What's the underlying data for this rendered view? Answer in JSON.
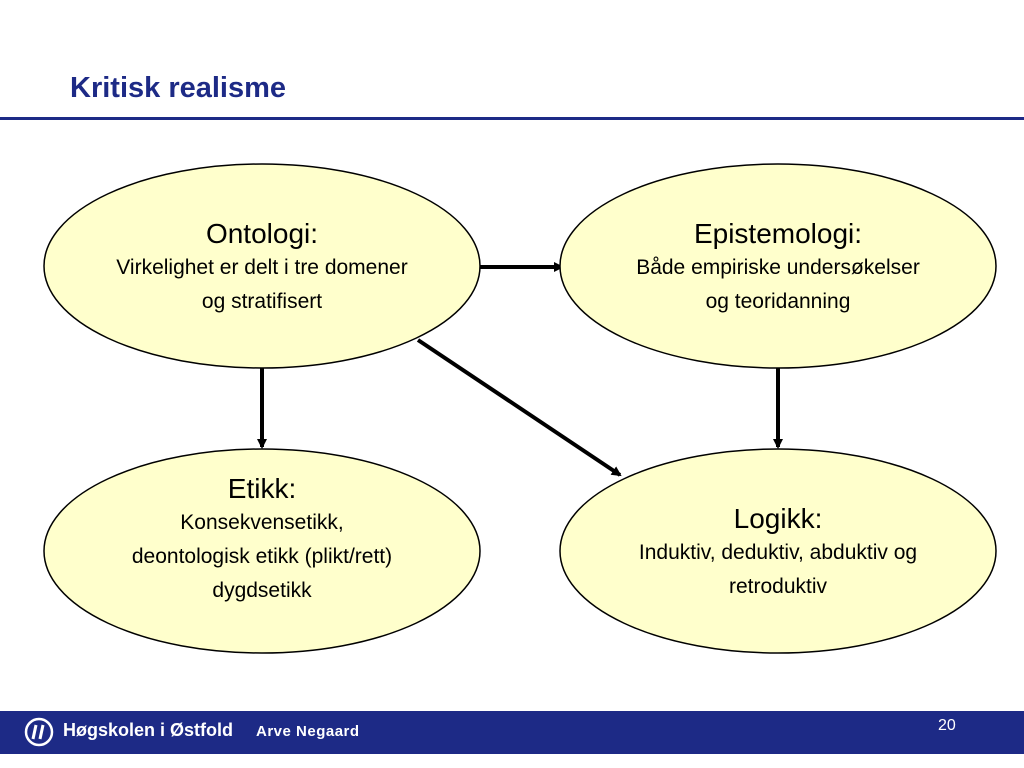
{
  "slide": {
    "title": "Kritisk realisme",
    "nodes": [
      {
        "id": "ontologi",
        "heading": "Ontologi:",
        "lines": [
          "Virkelighet er delt i tre domener",
          "og stratifisert"
        ]
      },
      {
        "id": "epistemologi",
        "heading": "Epistemologi:",
        "lines": [
          "Både empiriske undersøkelser",
          "og teoridanning"
        ]
      },
      {
        "id": "etikk",
        "heading": "Etikk:",
        "lines": [
          "Konsekvensetikk,",
          "deontologisk etikk (plikt/rett)",
          "dygdsetikk"
        ]
      },
      {
        "id": "logikk",
        "heading": "Logikk:",
        "lines": [
          "Induktiv, deduktiv, abduktiv og",
          "retroduktiv"
        ]
      }
    ],
    "edges": [
      {
        "from": "ontologi",
        "to": "epistemologi"
      },
      {
        "from": "ontologi",
        "to": "etikk"
      },
      {
        "from": "ontologi",
        "to": "logikk"
      },
      {
        "from": "epistemologi",
        "to": "logikk"
      }
    ]
  },
  "footer": {
    "school": "Høgskolen i Østfold",
    "author": "Arve Negaard",
    "page_number": "20"
  },
  "colors": {
    "title": "#1d2a86",
    "footer_bar": "#1d2a86",
    "node_fill": "#ffffcc",
    "node_stroke": "#000000",
    "arrow": "#000000"
  }
}
